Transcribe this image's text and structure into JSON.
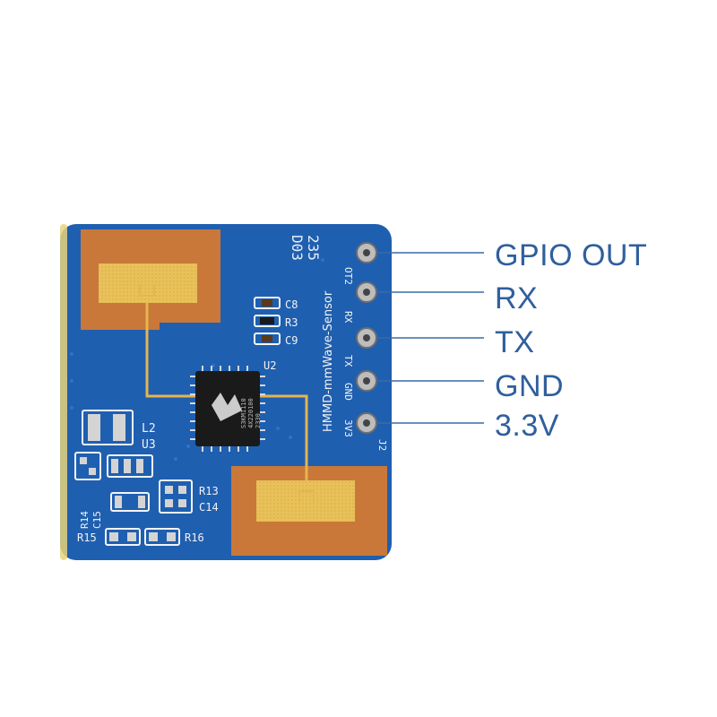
{
  "module": {
    "pcb_text": "HMMD-mmWave-Sensor",
    "batch_code": "D03",
    "batch_number": "235",
    "connector": "J2",
    "chip_marking": [
      "S3KM1110",
      "4X220100",
      "2330"
    ],
    "silk_pins": [
      "OT2",
      "RX",
      "TX",
      "GND",
      "3V3"
    ],
    "components": {
      "c8": "C8",
      "r3": "R3",
      "c9": "C9",
      "u2": "U2",
      "l2": "L2",
      "u3": "U3",
      "r13": "R13",
      "c14": "C14",
      "r14": "R14",
      "c15": "C15",
      "r15": "R15",
      "r16": "R16"
    }
  },
  "pins": [
    {
      "label": "GPIO OUT"
    },
    {
      "label": "RX"
    },
    {
      "label": "TX"
    },
    {
      "label": "GND"
    },
    {
      "label": "3.3V"
    }
  ],
  "colors": {
    "pcb_blue": "#1f5fb0",
    "copper": "#c9783a",
    "gold": "#efc35a",
    "label_blue": "#2f5f9e"
  }
}
